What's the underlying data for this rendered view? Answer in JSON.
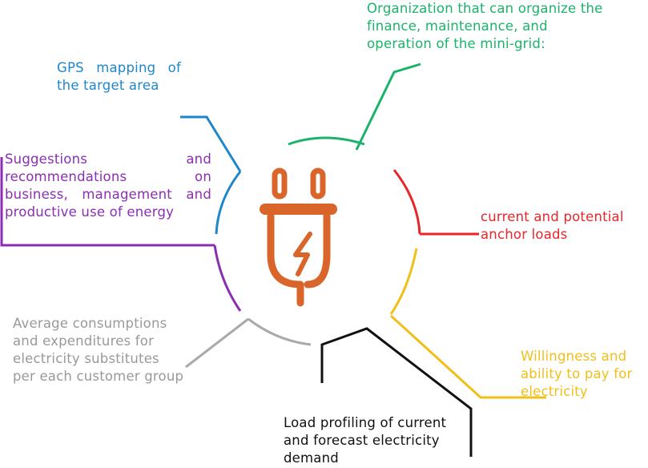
{
  "colors": {
    "green": "#1bb36a",
    "blue": "#1f86cc",
    "purple": "#8b2fb1",
    "red": "#e8262a",
    "yellow": "#f0bf1a",
    "grey": "#aaaaaa",
    "black": "#111111",
    "plug": "#d9652a"
  },
  "center_icon": "electric-plug-icon",
  "labels": {
    "organization": "Organization that can organize the finance, maintenance, and operation of the mini-grid:",
    "gps": "GPS mapping of the target area",
    "suggestions": "Suggestions and recommendations on business, management and productive use of energy",
    "anchor": "current and potential anchor loads",
    "willingness": "Willingness and ability to pay for electricity",
    "average": "Average consumptions and expenditures for electricity substitutes per each customer group",
    "load": "Load profiling of current and forecast electricity demand"
  }
}
